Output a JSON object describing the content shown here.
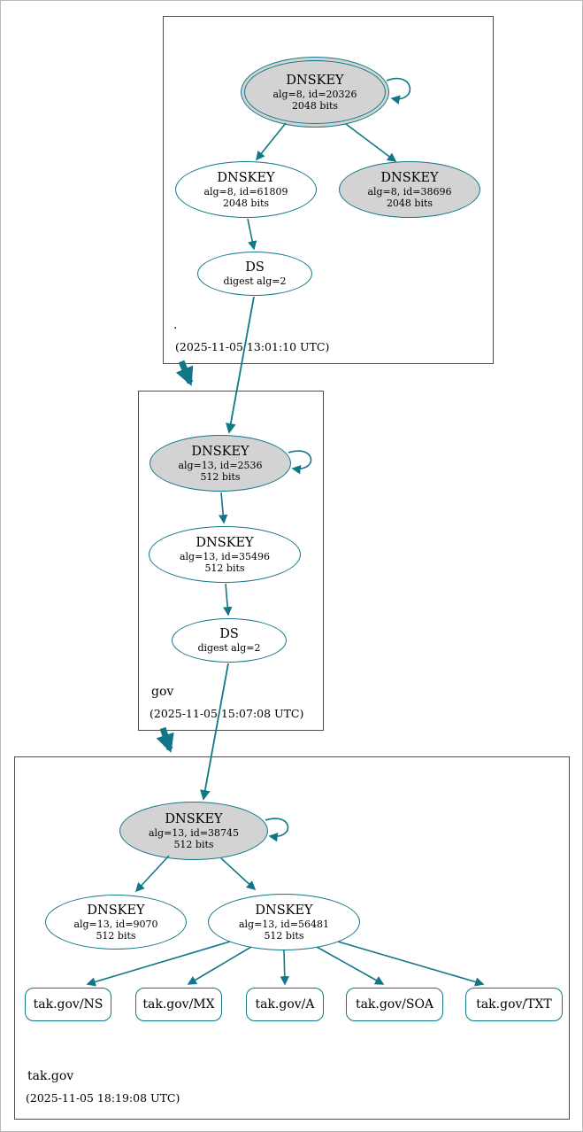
{
  "zones": [
    {
      "label": ".",
      "timestamp": "(2025-11-05 13:01:10 UTC)"
    },
    {
      "label": "gov",
      "timestamp": "(2025-11-05 15:07:08 UTC)"
    },
    {
      "label": "tak.gov",
      "timestamp": "(2025-11-05 18:19:08 UTC)"
    }
  ],
  "nodes": {
    "root_ksk": {
      "type": "DNSKEY",
      "detail": "alg=8, id=20326",
      "bits": "2048 bits"
    },
    "root_zsk": {
      "type": "DNSKEY",
      "detail": "alg=8, id=61809",
      "bits": "2048 bits"
    },
    "root_key2": {
      "type": "DNSKEY",
      "detail": "alg=8, id=38696",
      "bits": "2048 bits"
    },
    "root_ds": {
      "type": "DS",
      "detail": "digest alg=2"
    },
    "gov_ksk": {
      "type": "DNSKEY",
      "detail": "alg=13, id=2536",
      "bits": "512 bits"
    },
    "gov_zsk": {
      "type": "DNSKEY",
      "detail": "alg=13, id=35496",
      "bits": "512 bits"
    },
    "gov_ds": {
      "type": "DS",
      "detail": "digest alg=2"
    },
    "tak_ksk": {
      "type": "DNSKEY",
      "detail": "alg=13, id=38745",
      "bits": "512 bits"
    },
    "tak_zsk1": {
      "type": "DNSKEY",
      "detail": "alg=13, id=9070",
      "bits": "512 bits"
    },
    "tak_zsk2": {
      "type": "DNSKEY",
      "detail": "alg=13, id=56481",
      "bits": "512 bits"
    }
  },
  "rrsets": [
    "tak.gov/NS",
    "tak.gov/MX",
    "tak.gov/A",
    "tak.gov/SOA",
    "tak.gov/TXT"
  ],
  "colors": {
    "edge": "#117788",
    "ksk_fill": "#d3d3d3",
    "node_fill": "#ffffff",
    "zone_border": "#4d4d4d"
  }
}
